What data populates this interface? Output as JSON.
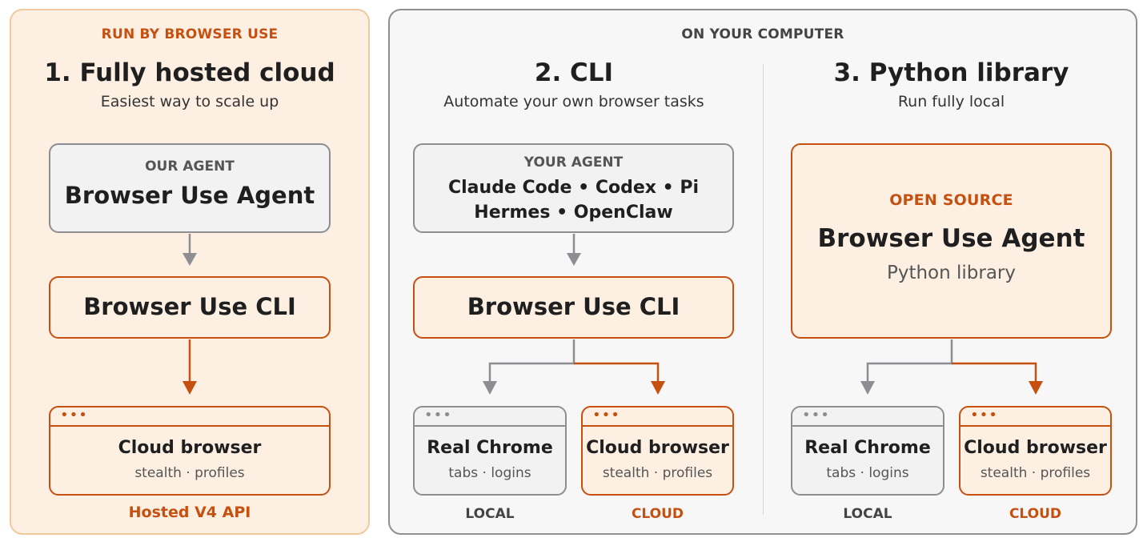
{
  "colors": {
    "accent": "#c6500f",
    "gray": "#8d8d92",
    "cloud_bg": "#fdf0e3",
    "local_bg": "#f7f7f7"
  },
  "hosted": {
    "section_label": "RUN BY BROWSER USE",
    "title": "1. Fully hosted cloud",
    "subtitle": "Easiest way to scale up",
    "agent_caption": "OUR AGENT",
    "agent_name": "Browser Use Agent",
    "cli": "Browser Use CLI",
    "browser_title": "Cloud browser",
    "browser_sub": "stealth · profiles",
    "footer": "Hosted V4 API"
  },
  "local": {
    "section_label": "ON YOUR COMPUTER",
    "cli_col": {
      "title": "2. CLI",
      "subtitle": "Automate your own browser tasks",
      "agent_caption": "YOUR AGENT",
      "agent_line1": "Claude Code • Codex • Pi",
      "agent_line2": "Hermes • OpenClaw",
      "cli": "Browser Use CLI",
      "real_title": "Real Chrome",
      "real_sub": "tabs · logins",
      "cloud_title": "Cloud browser",
      "cloud_sub": "stealth · profiles",
      "local_label": "LOCAL",
      "cloud_label": "CLOUD"
    },
    "python_col": {
      "title": "3. Python library",
      "subtitle": "Run fully local",
      "oss_caption": "OPEN SOURCE",
      "agent_name": "Browser Use Agent",
      "agent_sub": "Python library",
      "real_title": "Real Chrome",
      "real_sub": "tabs · logins",
      "cloud_title": "Cloud browser",
      "cloud_sub": "stealth · profiles",
      "local_label": "LOCAL",
      "cloud_label": "CLOUD"
    }
  },
  "dots_glyph": "•••"
}
